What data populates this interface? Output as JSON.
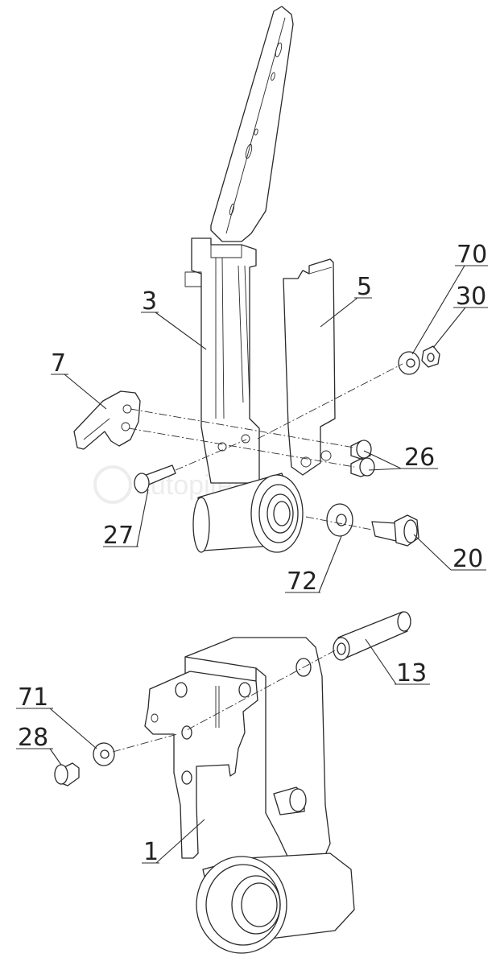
{
  "diagram": {
    "callouts": [
      {
        "id": "c70",
        "text": "70"
      },
      {
        "id": "c30",
        "text": "30"
      },
      {
        "id": "c5",
        "text": "5"
      },
      {
        "id": "c3",
        "text": "3"
      },
      {
        "id": "c7",
        "text": "7"
      },
      {
        "id": "c26",
        "text": "26"
      },
      {
        "id": "c27",
        "text": "27"
      },
      {
        "id": "c20",
        "text": "20"
      },
      {
        "id": "c72",
        "text": "72"
      },
      {
        "id": "c13",
        "text": "13"
      },
      {
        "id": "c71",
        "text": "71"
      },
      {
        "id": "c28",
        "text": "28"
      },
      {
        "id": "c1",
        "text": "1"
      }
    ],
    "watermark": "autopiter.ru"
  }
}
